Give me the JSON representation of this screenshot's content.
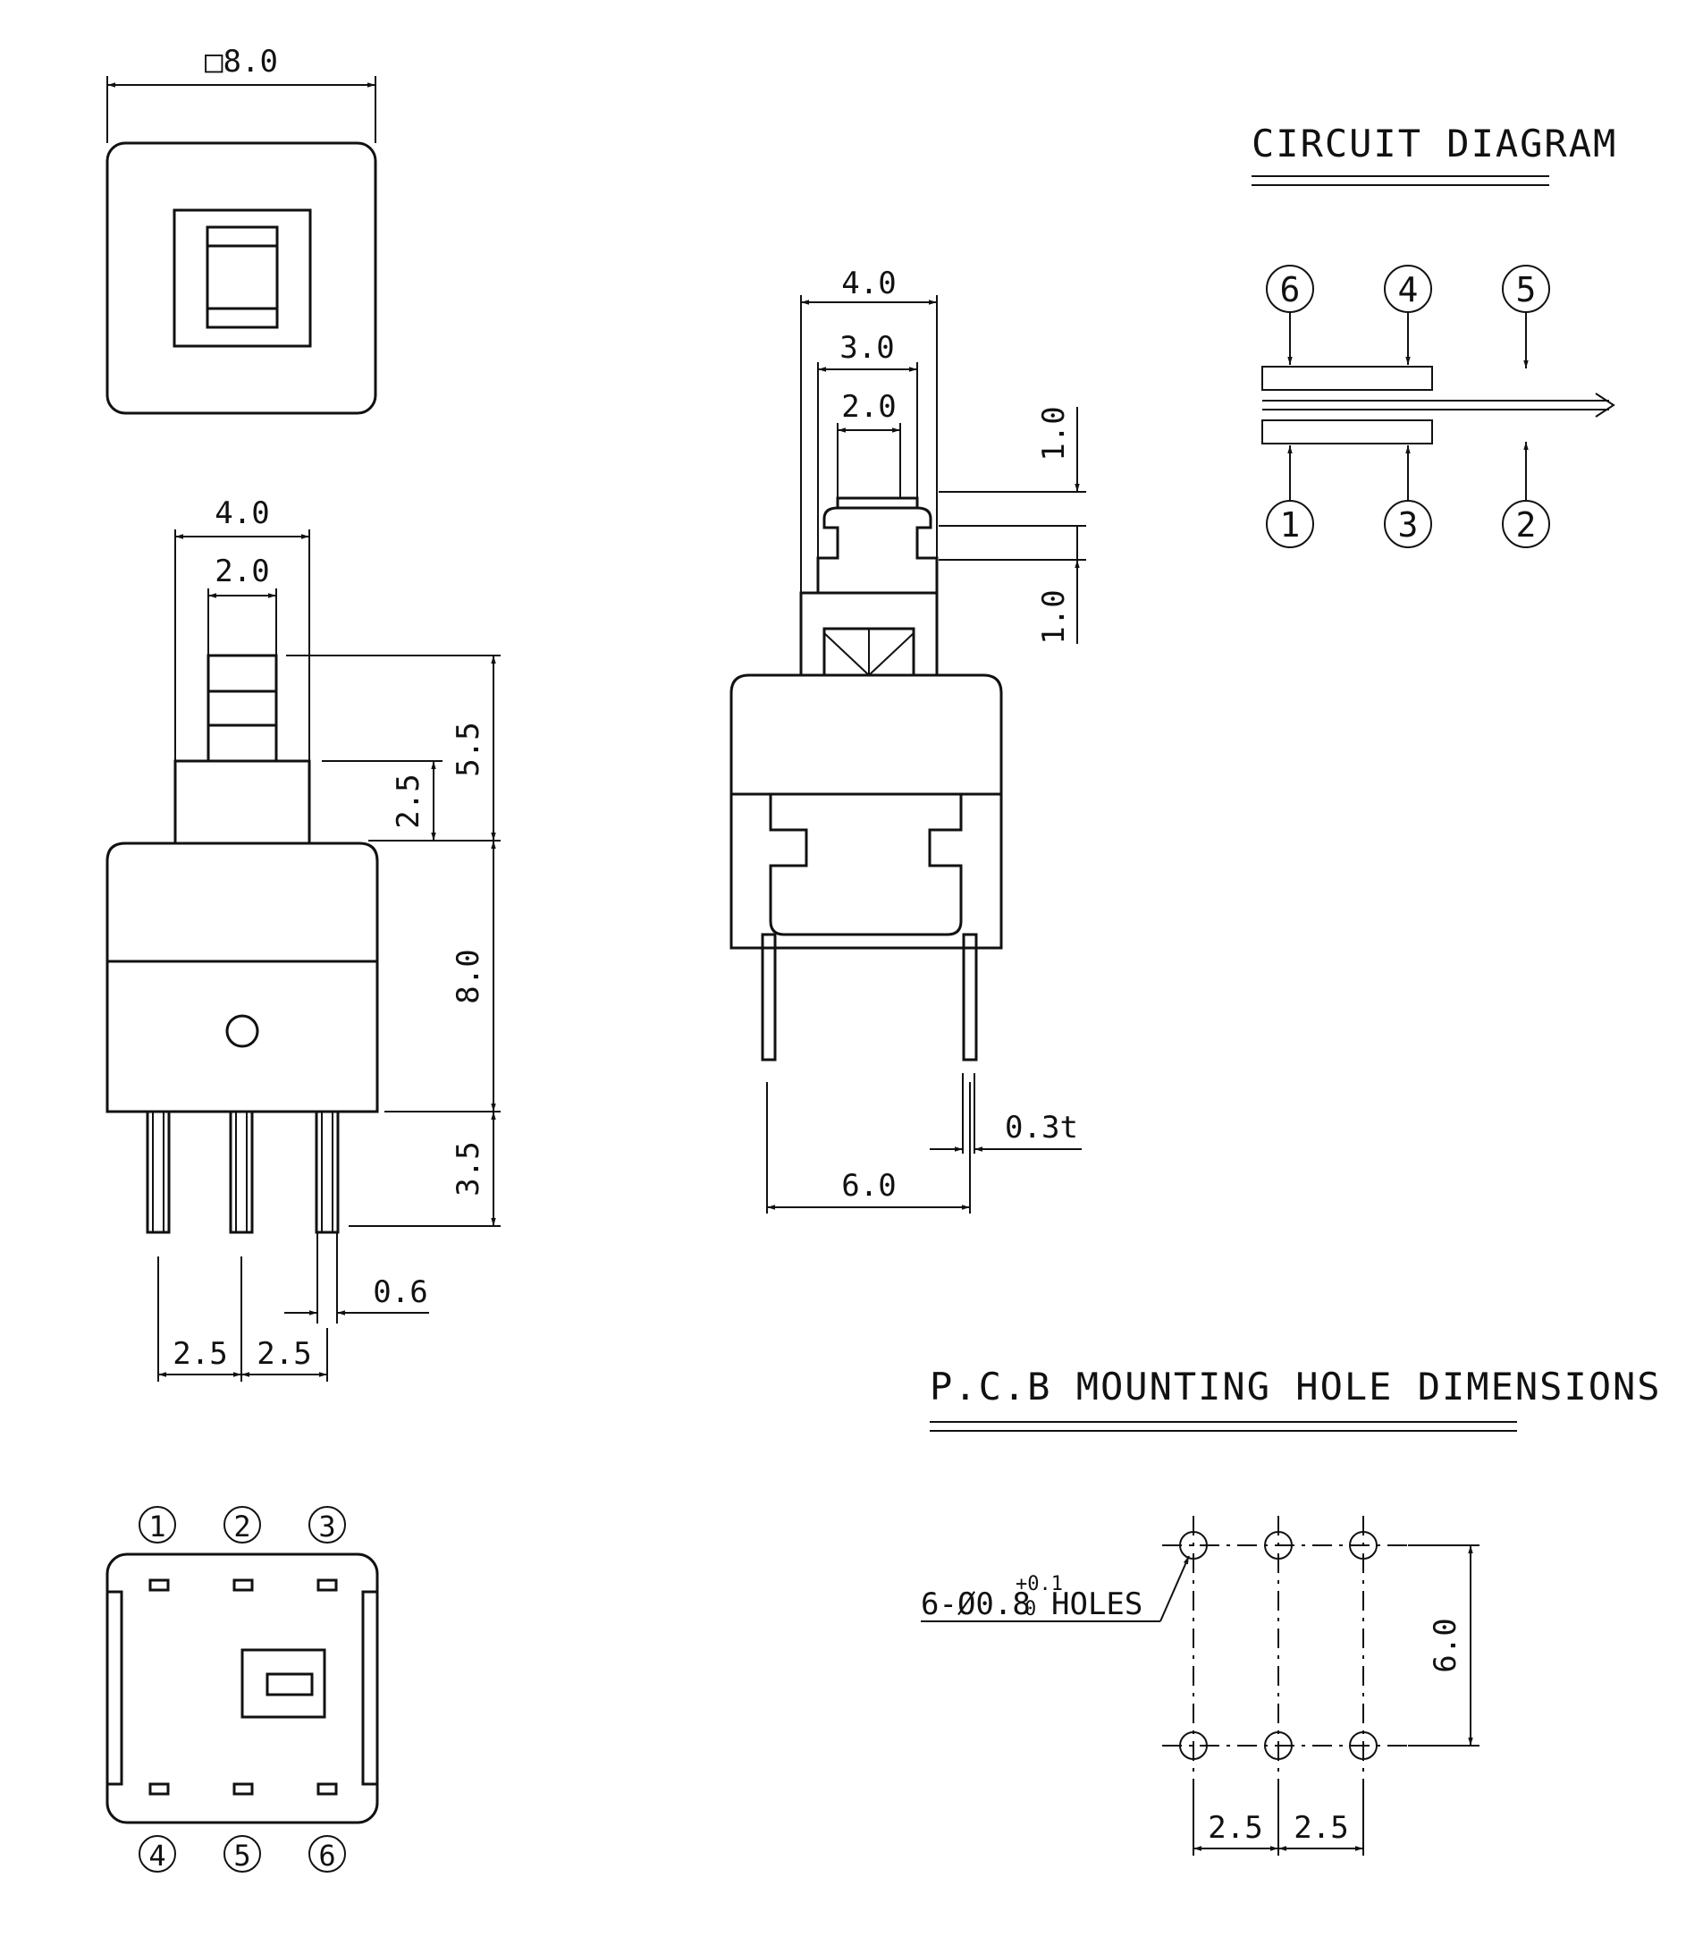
{
  "top_view": {
    "size_label": "□8.0"
  },
  "side_view": {
    "dims": {
      "stem_width": "4.0",
      "stem_inner_width": "2.0",
      "stem_height": "5.5",
      "stem_base_height": "2.5",
      "body_height": "8.0",
      "pin_length": "3.5",
      "pin_thickness": "0.6",
      "pitch_left": "2.5",
      "pitch_right": "2.5"
    }
  },
  "front_view": {
    "dims": {
      "width_outer": "4.0",
      "width_mid": "3.0",
      "width_inner": "2.0",
      "step_top": "1.0",
      "step_bottom": "1.0",
      "pin_thickness": "0.3t",
      "pin_span": "6.0"
    }
  },
  "circuit": {
    "title": "CIRCUIT DIAGRAM",
    "top_pins": [
      "6",
      "4",
      "5"
    ],
    "bottom_pins": [
      "1",
      "3",
      "2"
    ]
  },
  "bottom_view": {
    "top_pins": [
      "1",
      "2",
      "3"
    ],
    "bottom_pins": [
      "4",
      "5",
      "6"
    ]
  },
  "pcb": {
    "title": "P.C.B MOUNTING HOLE DIMENSIONS",
    "holes_prefix": "6-Ø0.8",
    "tol_upper": "+0.1",
    "tol_lower": "0",
    "holes_suffix": "HOLES",
    "row_spacing": "6.0",
    "pitch_left": "2.5",
    "pitch_right": "2.5"
  },
  "colors": {
    "line": "#111111",
    "background": "#ffffff"
  }
}
